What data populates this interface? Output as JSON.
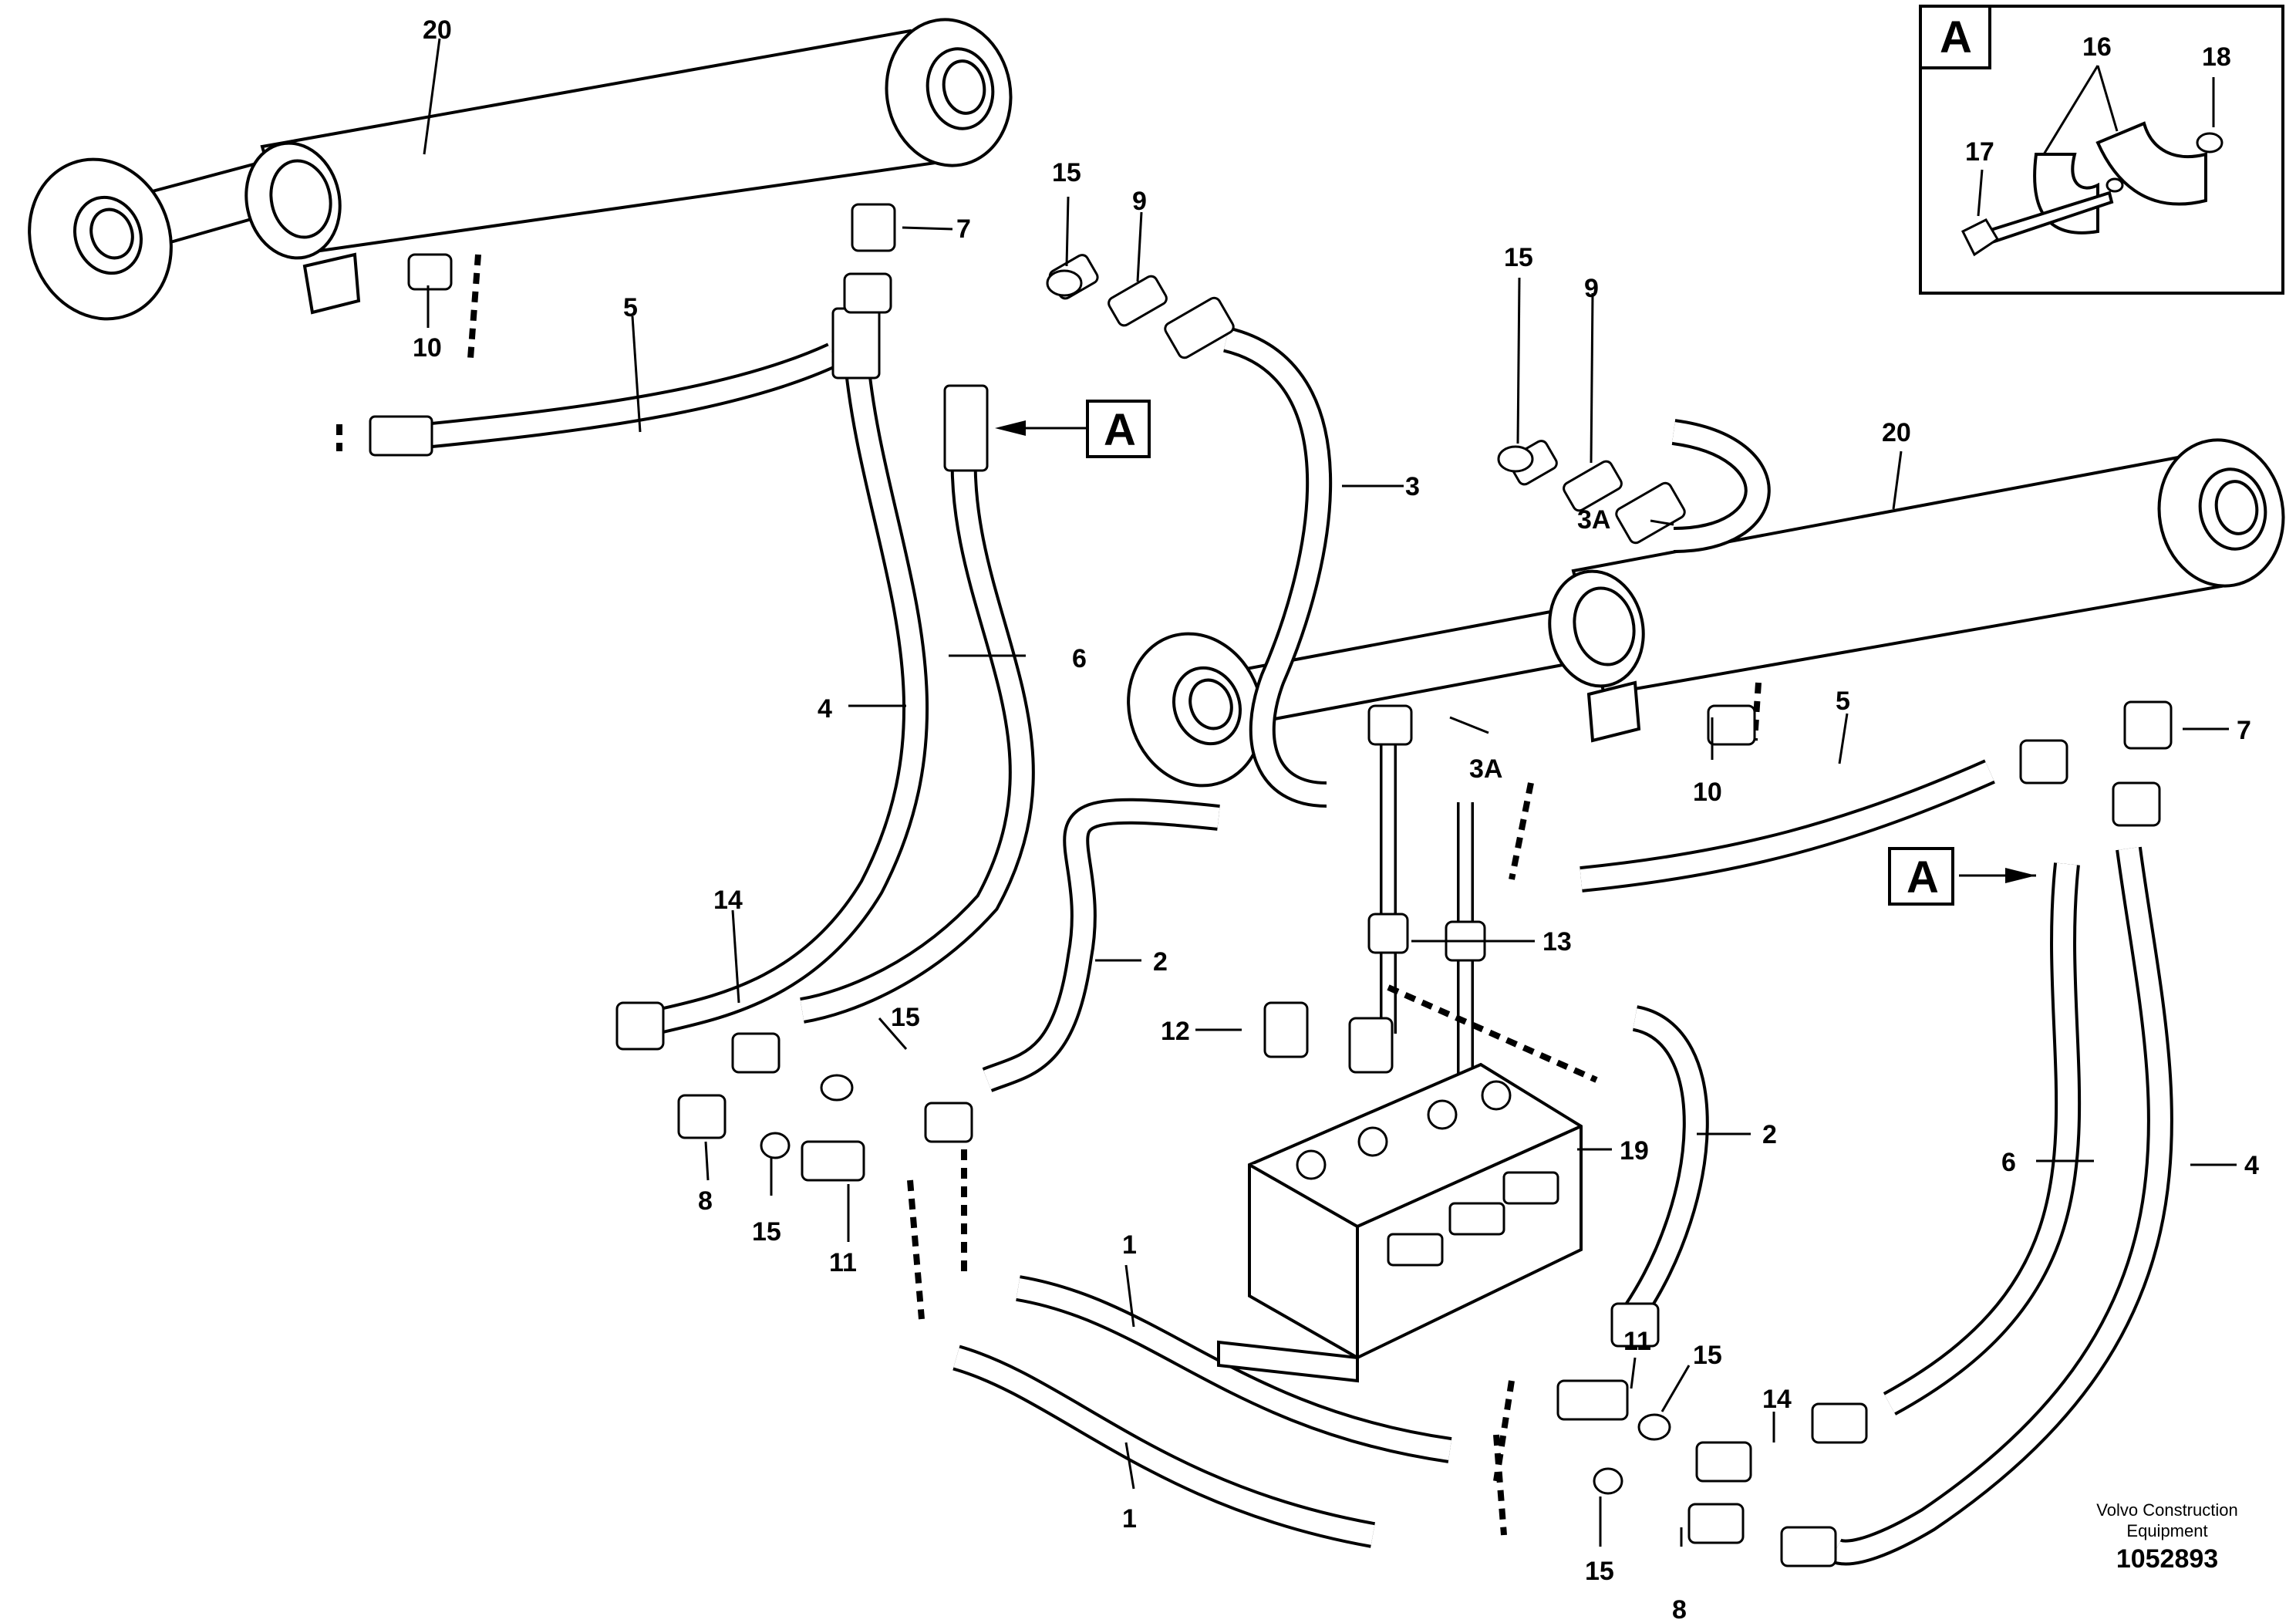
{
  "callouts": [
    {
      "id": "c20a",
      "text": "20"
    },
    {
      "id": "c7a",
      "text": "7"
    },
    {
      "id": "c10a",
      "text": "10"
    },
    {
      "id": "c5a",
      "text": "5"
    },
    {
      "id": "c15a",
      "text": "15"
    },
    {
      "id": "c9a",
      "text": "9"
    },
    {
      "id": "c15b",
      "text": "15"
    },
    {
      "id": "c9b",
      "text": "9"
    },
    {
      "id": "c3",
      "text": "3"
    },
    {
      "id": "c3Aa",
      "text": "3A"
    },
    {
      "id": "c20b",
      "text": "20"
    },
    {
      "id": "c6a",
      "text": "6"
    },
    {
      "id": "c4a",
      "text": "4"
    },
    {
      "id": "c3Ab",
      "text": "3A"
    },
    {
      "id": "c10b",
      "text": "10"
    },
    {
      "id": "c5b",
      "text": "5"
    },
    {
      "id": "c7b",
      "text": "7"
    },
    {
      "id": "c2a",
      "text": "2"
    },
    {
      "id": "c14a",
      "text": "14"
    },
    {
      "id": "c15c",
      "text": "15"
    },
    {
      "id": "c13",
      "text": "13"
    },
    {
      "id": "c12",
      "text": "12"
    },
    {
      "id": "c19",
      "text": "19"
    },
    {
      "id": "c2b",
      "text": "2"
    },
    {
      "id": "c6b",
      "text": "6"
    },
    {
      "id": "c4b",
      "text": "4"
    },
    {
      "id": "c8a",
      "text": "8"
    },
    {
      "id": "c15d",
      "text": "15"
    },
    {
      "id": "c11a",
      "text": "11"
    },
    {
      "id": "c1a",
      "text": "1"
    },
    {
      "id": "c1b",
      "text": "1"
    },
    {
      "id": "c11b",
      "text": "11"
    },
    {
      "id": "c15e",
      "text": "15"
    },
    {
      "id": "c14b",
      "text": "14"
    },
    {
      "id": "c15f",
      "text": "15"
    },
    {
      "id": "c8b",
      "text": "8"
    }
  ],
  "detail_refs": [
    {
      "id": "refA1",
      "text": "A"
    },
    {
      "id": "refA2",
      "text": "A"
    }
  ],
  "inset": {
    "title": "A",
    "callouts": [
      {
        "id": "i16",
        "text": "16"
      },
      {
        "id": "i18",
        "text": "18"
      },
      {
        "id": "i17",
        "text": "17"
      }
    ]
  },
  "credit": {
    "line1": "Volvo Construction",
    "line2": "Equipment",
    "doc_number": "1052893"
  }
}
